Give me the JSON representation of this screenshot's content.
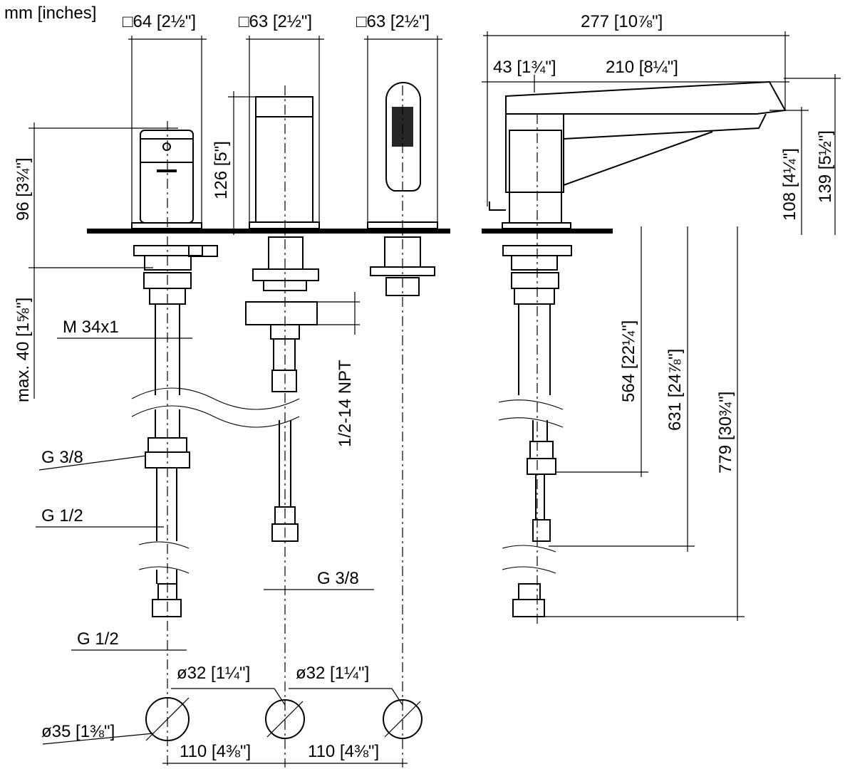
{
  "units_label": "mm [inches]",
  "dimensions": {
    "w64": "□64 [2½\"]",
    "w63a": "□63 [2½\"]",
    "w63b": "□63 [2½\"]",
    "w277": "277 [10⅞\"]",
    "w43": "43 [1¾\"]",
    "w210": "210 [8¼\"]",
    "h96": "96 [3¾\"]",
    "h126": "126 [5\"]",
    "h108": "108 [4¼\"]",
    "h139": "139 [5½\"]",
    "max40": "max. 40 [1⅝\"]",
    "m34": "M 34x1",
    "npt": "1/2-14 NPT",
    "g38a": "G 3/8",
    "g12a": "G 1/2",
    "g38b": "G 3/8",
    "g12b": "G 1/2",
    "d564": "564 [22¼\"]",
    "d631": "631 [24⅞\"]",
    "d779": "779 [30¾\"]",
    "dia32a": "ø32 [1¼\"]",
    "dia32b": "ø32 [1¼\"]",
    "dia35": "ø35 [1⅜\"]",
    "s110a": "110 [4⅜\"]",
    "s110b": "110 [4⅜\"]"
  }
}
